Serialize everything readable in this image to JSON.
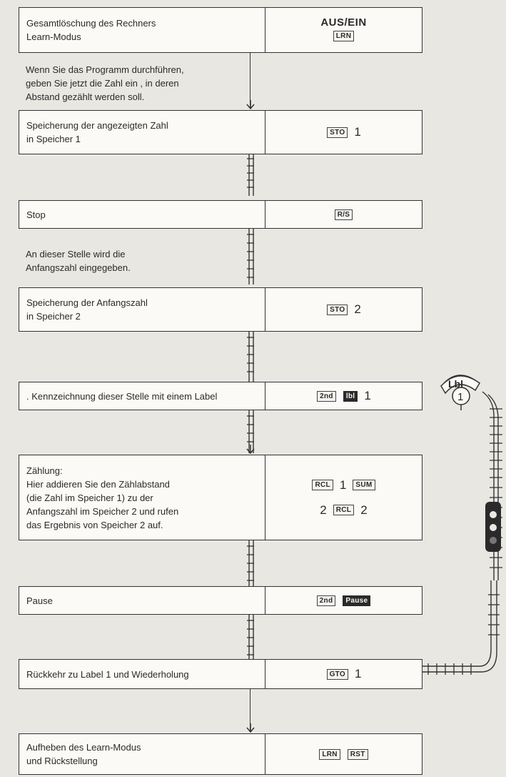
{
  "steps": [
    {
      "desc": "Gesamtlöschung des Rechners\nLearn-Modus",
      "power": "AUS/EIN",
      "keys": [
        "LRN"
      ]
    },
    {
      "desc": "Speicherung der angezeigten Zahl\nin Speicher 1",
      "keys": [
        "STO"
      ],
      "num": "1"
    },
    {
      "desc": "Stop",
      "keys": [
        "R/S"
      ]
    },
    {
      "desc": "Speicherung der Anfangszahl\nin Speicher 2",
      "keys": [
        "STO"
      ],
      "num": "2"
    },
    {
      "desc": ". Kennzeichnung dieser Stelle mit einem Label",
      "keys": [
        "2nd",
        "lbl"
      ],
      "num": "1"
    },
    {
      "desc": "Zählung:\nHier addieren Sie den Zählabstand\n(die Zahl im Speicher 1) zu der\nAnfangszahl im Speicher 2 und rufen\ndas Ergebnis von Speicher 2 auf.",
      "line1": {
        "k1": "RCL",
        "n1": "1",
        "k2": "SUM"
      },
      "line2": {
        "n1": "2",
        "k1": "RCL",
        "n2": "2"
      }
    },
    {
      "desc": "Pause",
      "keys": [
        "2nd",
        "Pause"
      ]
    },
    {
      "desc": "Rückkehr zu Label 1 und Wiederholung",
      "keys": [
        "GTO"
      ],
      "num": "1"
    },
    {
      "desc": "Aufheben des Learn-Modus\nund Rückstellung",
      "keys": [
        "LRN",
        "RST"
      ]
    }
  ],
  "notes": {
    "n1": "Wenn Sie das Programm durchführen,\ngeben Sie jetzt die Zahl ein , in deren\nAbstand gezählt werden soll.",
    "n2": "An dieser Stelle wird die\nAnfangszahl eingegeben."
  },
  "signal": {
    "label": "Lbl",
    "number": "1"
  },
  "colors": {
    "paper": "#e9e7e2",
    "box": "#fbfaf7",
    "ink": "#2a2a2a"
  }
}
